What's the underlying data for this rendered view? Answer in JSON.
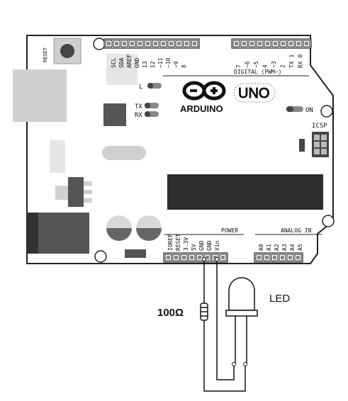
{
  "board": {
    "reset_label": "RESET",
    "top_pin_labels": [
      "SCL",
      "SDA",
      "AREF",
      "GND",
      "13",
      "12",
      "~11",
      "~10",
      "~9",
      "8",
      "7",
      "~6",
      "~5",
      "4",
      "~3",
      "2",
      "TX 1",
      "RX 0"
    ],
    "digital_label": "DIGITAL (PWM~)",
    "led_l_label": "L",
    "tx_label": "TX",
    "rx_label": "RX",
    "brand_label": "ARDUINO",
    "model_label": "UNO",
    "on_label": "ON",
    "icsp_label": "ICSP",
    "power_header_label": "POWER",
    "analog_header_label": "ANALOG IN",
    "power_pin_labels": [
      "IOREF",
      "RESET",
      "3.3V",
      "5V",
      "GND",
      "GND",
      "Vin"
    ],
    "analog_pin_labels": [
      "A0",
      "A1",
      "A2",
      "A3",
      "A4",
      "A5"
    ]
  },
  "circuit": {
    "resistor_label": "100Ω",
    "led_label": "LED"
  },
  "colors": {
    "outline": "#222222",
    "dark_gray": "#555555",
    "mid_gray": "#8a8a8a",
    "light_gray": "#cfcfcf",
    "wire": "#111111"
  }
}
